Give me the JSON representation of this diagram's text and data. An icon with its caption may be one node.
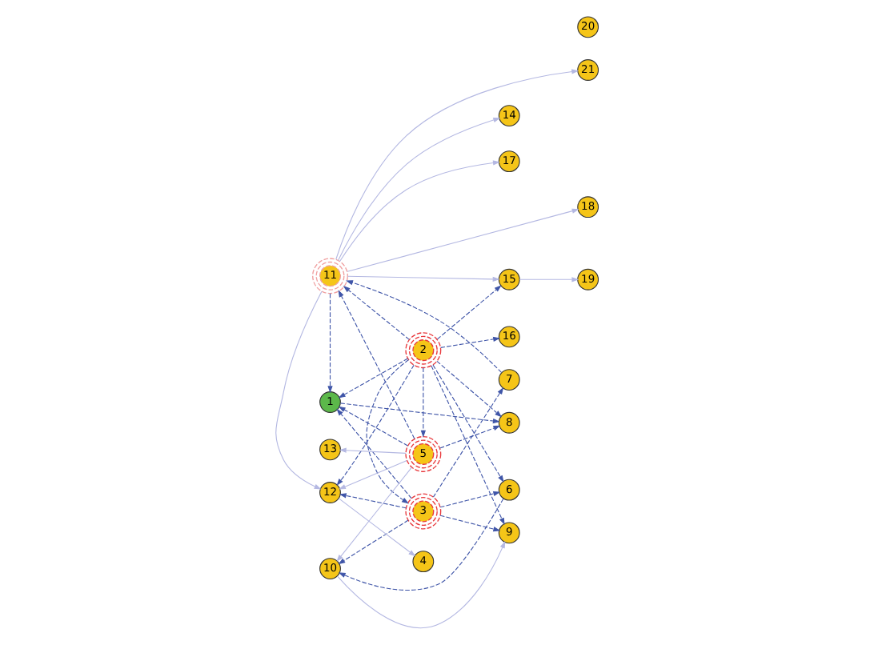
{
  "diagram": {
    "nodes": [
      {
        "text": [
          "1"
        ]
      },
      {
        "text": [
          "2"
        ]
      },
      {
        "text": [
          "3"
        ]
      },
      {
        "text": [
          "4"
        ]
      },
      {
        "text": [
          "5"
        ]
      },
      {
        "text": [
          "6"
        ]
      },
      {
        "text": [
          "7"
        ]
      },
      {
        "text": [
          "8"
        ]
      },
      {
        "text": [
          "9"
        ]
      },
      {
        "text": [
          "10"
        ]
      },
      {
        "text": [
          "11"
        ]
      },
      {
        "text": [
          "12"
        ]
      },
      {
        "text": [
          "13"
        ]
      },
      {
        "text": [
          "14"
        ]
      },
      {
        "text": [
          "15"
        ]
      },
      {
        "text": [
          "16"
        ]
      },
      {
        "text": [
          "17"
        ]
      },
      {
        "text": [
          "18"
        ]
      },
      {
        "text": [
          "19"
        ]
      },
      {
        "text": [
          "20"
        ]
      },
      {
        "text": [
          "21"
        ]
      }
    ],
    "edges": [
      {
        "from": 1,
        "to": 5,
        "arrow": "to",
        "style": "dashed"
      },
      {
        "from": 5,
        "to": 9,
        "arrow": "to",
        "style": "dashed"
      },
      {
        "from": 1,
        "to": 2,
        "arrow": "to",
        "style": "dashed"
      },
      {
        "from": 1,
        "to": 10,
        "arrow": "to",
        "style": "dashed"
      },
      {
        "from": 1,
        "to": 0,
        "arrow": "to",
        "style": "dashed"
      },
      {
        "from": 1,
        "to": 11,
        "arrow": "to",
        "style": "dashed"
      },
      {
        "from": 1,
        "to": 14,
        "arrow": "to",
        "style": "dashed"
      },
      {
        "from": 1,
        "to": 15,
        "arrow": "to",
        "style": "dashed"
      },
      {
        "from": 1,
        "to": 7,
        "arrow": "to",
        "style": "dashed"
      },
      {
        "from": 1,
        "to": 8,
        "arrow": "to",
        "style": "dashed"
      },
      {
        "from": 1,
        "to": 4,
        "arrow": "to",
        "style": "dashed"
      },
      {
        "from": 2,
        "to": 5,
        "arrow": "to",
        "style": "dashed"
      },
      {
        "from": 2,
        "to": 9,
        "arrow": "to",
        "style": "dashed"
      },
      {
        "from": 2,
        "to": 6,
        "arrow": "to",
        "style": "dashed"
      },
      {
        "from": 6,
        "to": 10,
        "arrow": "to",
        "style": "dashed"
      },
      {
        "from": 2,
        "to": 0,
        "arrow": "to",
        "style": "dashed"
      },
      {
        "from": 2,
        "to": 11,
        "arrow": "to",
        "style": "dashed"
      },
      {
        "from": 2,
        "to": 8,
        "arrow": "to",
        "style": "dashed"
      },
      {
        "from": 4,
        "to": 7,
        "arrow": "to",
        "style": "dashed"
      },
      {
        "from": 4,
        "to": 0,
        "arrow": "to",
        "style": "dashed"
      },
      {
        "from": 4,
        "to": 10,
        "arrow": "to",
        "style": "dashed"
      },
      {
        "from": 4,
        "to": 11,
        "arrow": "to",
        "color": "#b4b8e2"
      },
      {
        "from": 4,
        "to": 9,
        "arrow": "to",
        "color": "#b4b8e2"
      },
      {
        "from": 4,
        "to": 12,
        "arrow": "to",
        "color": "#b4b8e2"
      },
      {
        "from": 10,
        "to": 0,
        "arrow": "to",
        "style": "dashed"
      },
      {
        "from": 0,
        "to": 7,
        "arrow": "to",
        "style": "dashed"
      },
      {
        "from": 10,
        "to": 13,
        "arrow": "to",
        "color": "#b4b8e2"
      },
      {
        "from": 10,
        "to": 14,
        "arrow": "to",
        "color": "#b4b8e2"
      },
      {
        "from": 14,
        "to": 18,
        "arrow": "to",
        "color": "#b4b8e2"
      },
      {
        "from": 10,
        "to": 17,
        "arrow": "to",
        "color": "#b4b8e2"
      },
      {
        "from": 10,
        "to": 16,
        "arrow": "to",
        "color": "#b4b8e2"
      },
      {
        "from": 10,
        "to": 20,
        "arrow": "to",
        "color": "#b4b8e2"
      },
      {
        "from": 10,
        "to": 11,
        "arrow": "to",
        "color": "#b4b8e2"
      },
      {
        "from": 11,
        "to": 3,
        "arrow": "to",
        "color": "#b4b8e2"
      },
      {
        "from": 9,
        "to": 8,
        "arrow": "to",
        "color": "#b4b8e2"
      }
    ]
  }
}
